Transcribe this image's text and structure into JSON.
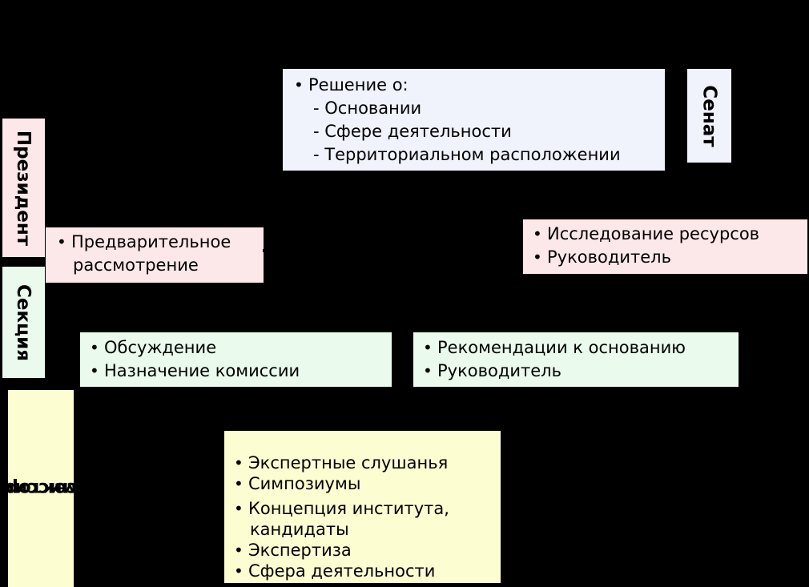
{
  "senate": {
    "label": "Сенат",
    "items": [
      {
        "text": "Решение о:",
        "kind": "bullet"
      },
      {
        "text": "Основании",
        "kind": "sub"
      },
      {
        "text": "Сфере деятельности",
        "kind": "sub"
      },
      {
        "text": "Территориальном расположении",
        "kind": "sub"
      }
    ]
  },
  "president": {
    "label": "Президент",
    "items": [
      {
        "text": "Предварительное",
        "kind": "bullet"
      },
      {
        "text": "рассмотрение",
        "kind": "cont"
      }
    ]
  },
  "research": {
    "items": [
      {
        "text": "Исследование ресурсов",
        "kind": "bullet"
      },
      {
        "text": "Руководитель",
        "kind": "bullet"
      }
    ]
  },
  "section": {
    "label": "Секция",
    "items": [
      {
        "text": "Обсуждение",
        "kind": "bullet"
      },
      {
        "text": "Назначение комиссии",
        "kind": "bullet"
      }
    ]
  },
  "recommendations": {
    "items": [
      {
        "text": "Рекомендации к основанию",
        "kind": "bullet"
      },
      {
        "text": "Руководитель",
        "kind": "bullet"
      }
    ]
  },
  "committees": {
    "label_line1": "Комиссии",
    "label_line2": "секторов",
    "items": [
      {
        "text": "Экспертные слушанья",
        "kind": "bullet"
      },
      {
        "text": "Симпозиумы",
        "kind": "bullet"
      },
      {
        "text": "Концепция института,",
        "kind": "bullet gap"
      },
      {
        "text": "кандидаты",
        "kind": "cont"
      },
      {
        "text": "Экспертиза",
        "kind": "bullet"
      },
      {
        "text": "Сфера деятельности",
        "kind": "bullet"
      }
    ]
  },
  "colors": {
    "background": "#000000",
    "senate_box": "#f0f2fc",
    "pink_box": "#fce8e8",
    "green_box": "#eafaec",
    "yellow_box": "#fdfdd2"
  }
}
